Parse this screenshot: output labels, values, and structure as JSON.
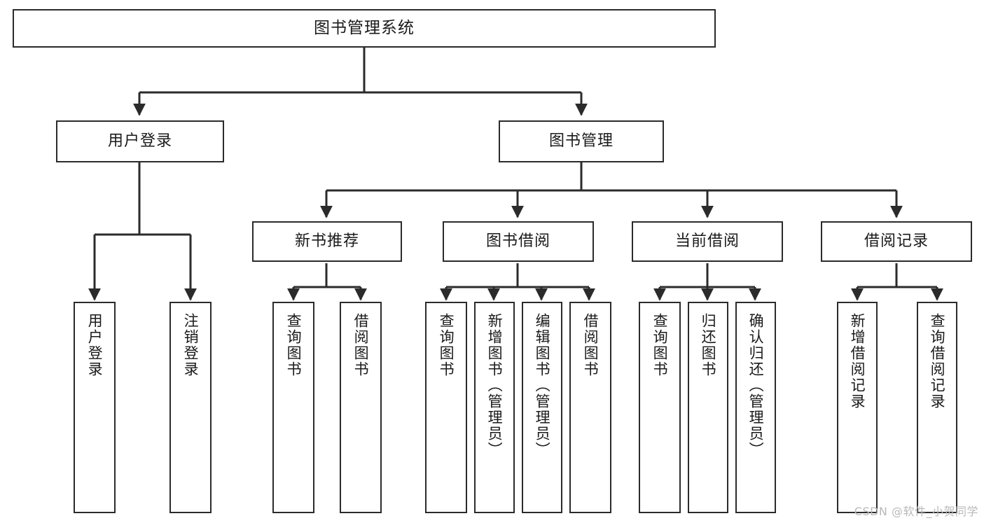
{
  "diagram": {
    "title": "图书管理系统",
    "watermark": "CSDN @软件_小贺同学",
    "stroke_color": "#2b2b2b",
    "background_color": "#ffffff",
    "root": {
      "id": "root",
      "label": "图书管理系统"
    },
    "level1": [
      {
        "id": "user-login",
        "label": "用户登录"
      },
      {
        "id": "book-manage",
        "label": "图书管理"
      }
    ],
    "level2": [
      {
        "id": "new-book-rec",
        "label": "新书推荐",
        "parent": "book-manage"
      },
      {
        "id": "book-borrow",
        "label": "图书借阅",
        "parent": "book-manage"
      },
      {
        "id": "current-borrow",
        "label": "当前借阅",
        "parent": "book-manage"
      },
      {
        "id": "borrow-record",
        "label": "借阅记录",
        "parent": "book-manage"
      }
    ],
    "leaves": [
      {
        "id": "leaf-user-login",
        "label": "用户登录",
        "parent": "user-login"
      },
      {
        "id": "leaf-logout",
        "label": "注销登录",
        "parent": "user-login"
      },
      {
        "id": "leaf-query-book-1",
        "label": "查询图书",
        "parent": "new-book-rec"
      },
      {
        "id": "leaf-borrow-book-1",
        "label": "借阅图书",
        "parent": "new-book-rec"
      },
      {
        "id": "leaf-query-book-2",
        "label": "查询图书",
        "parent": "book-borrow"
      },
      {
        "id": "leaf-add-book",
        "label": "新增图书（管理员）",
        "parent": "book-borrow"
      },
      {
        "id": "leaf-edit-book",
        "label": "编辑图书（管理员）",
        "parent": "book-borrow"
      },
      {
        "id": "leaf-borrow-book-2",
        "label": "借阅图书",
        "parent": "book-borrow"
      },
      {
        "id": "leaf-query-book-3",
        "label": "查询图书",
        "parent": "current-borrow"
      },
      {
        "id": "leaf-return-book",
        "label": "归还图书",
        "parent": "current-borrow"
      },
      {
        "id": "leaf-confirm-return",
        "label": "确认归还（管理员）",
        "parent": "current-borrow"
      },
      {
        "id": "leaf-add-record",
        "label": "新增借阅记录",
        "parent": "borrow-record"
      },
      {
        "id": "leaf-query-record",
        "label": "查询借阅记录",
        "parent": "borrow-record"
      }
    ]
  }
}
